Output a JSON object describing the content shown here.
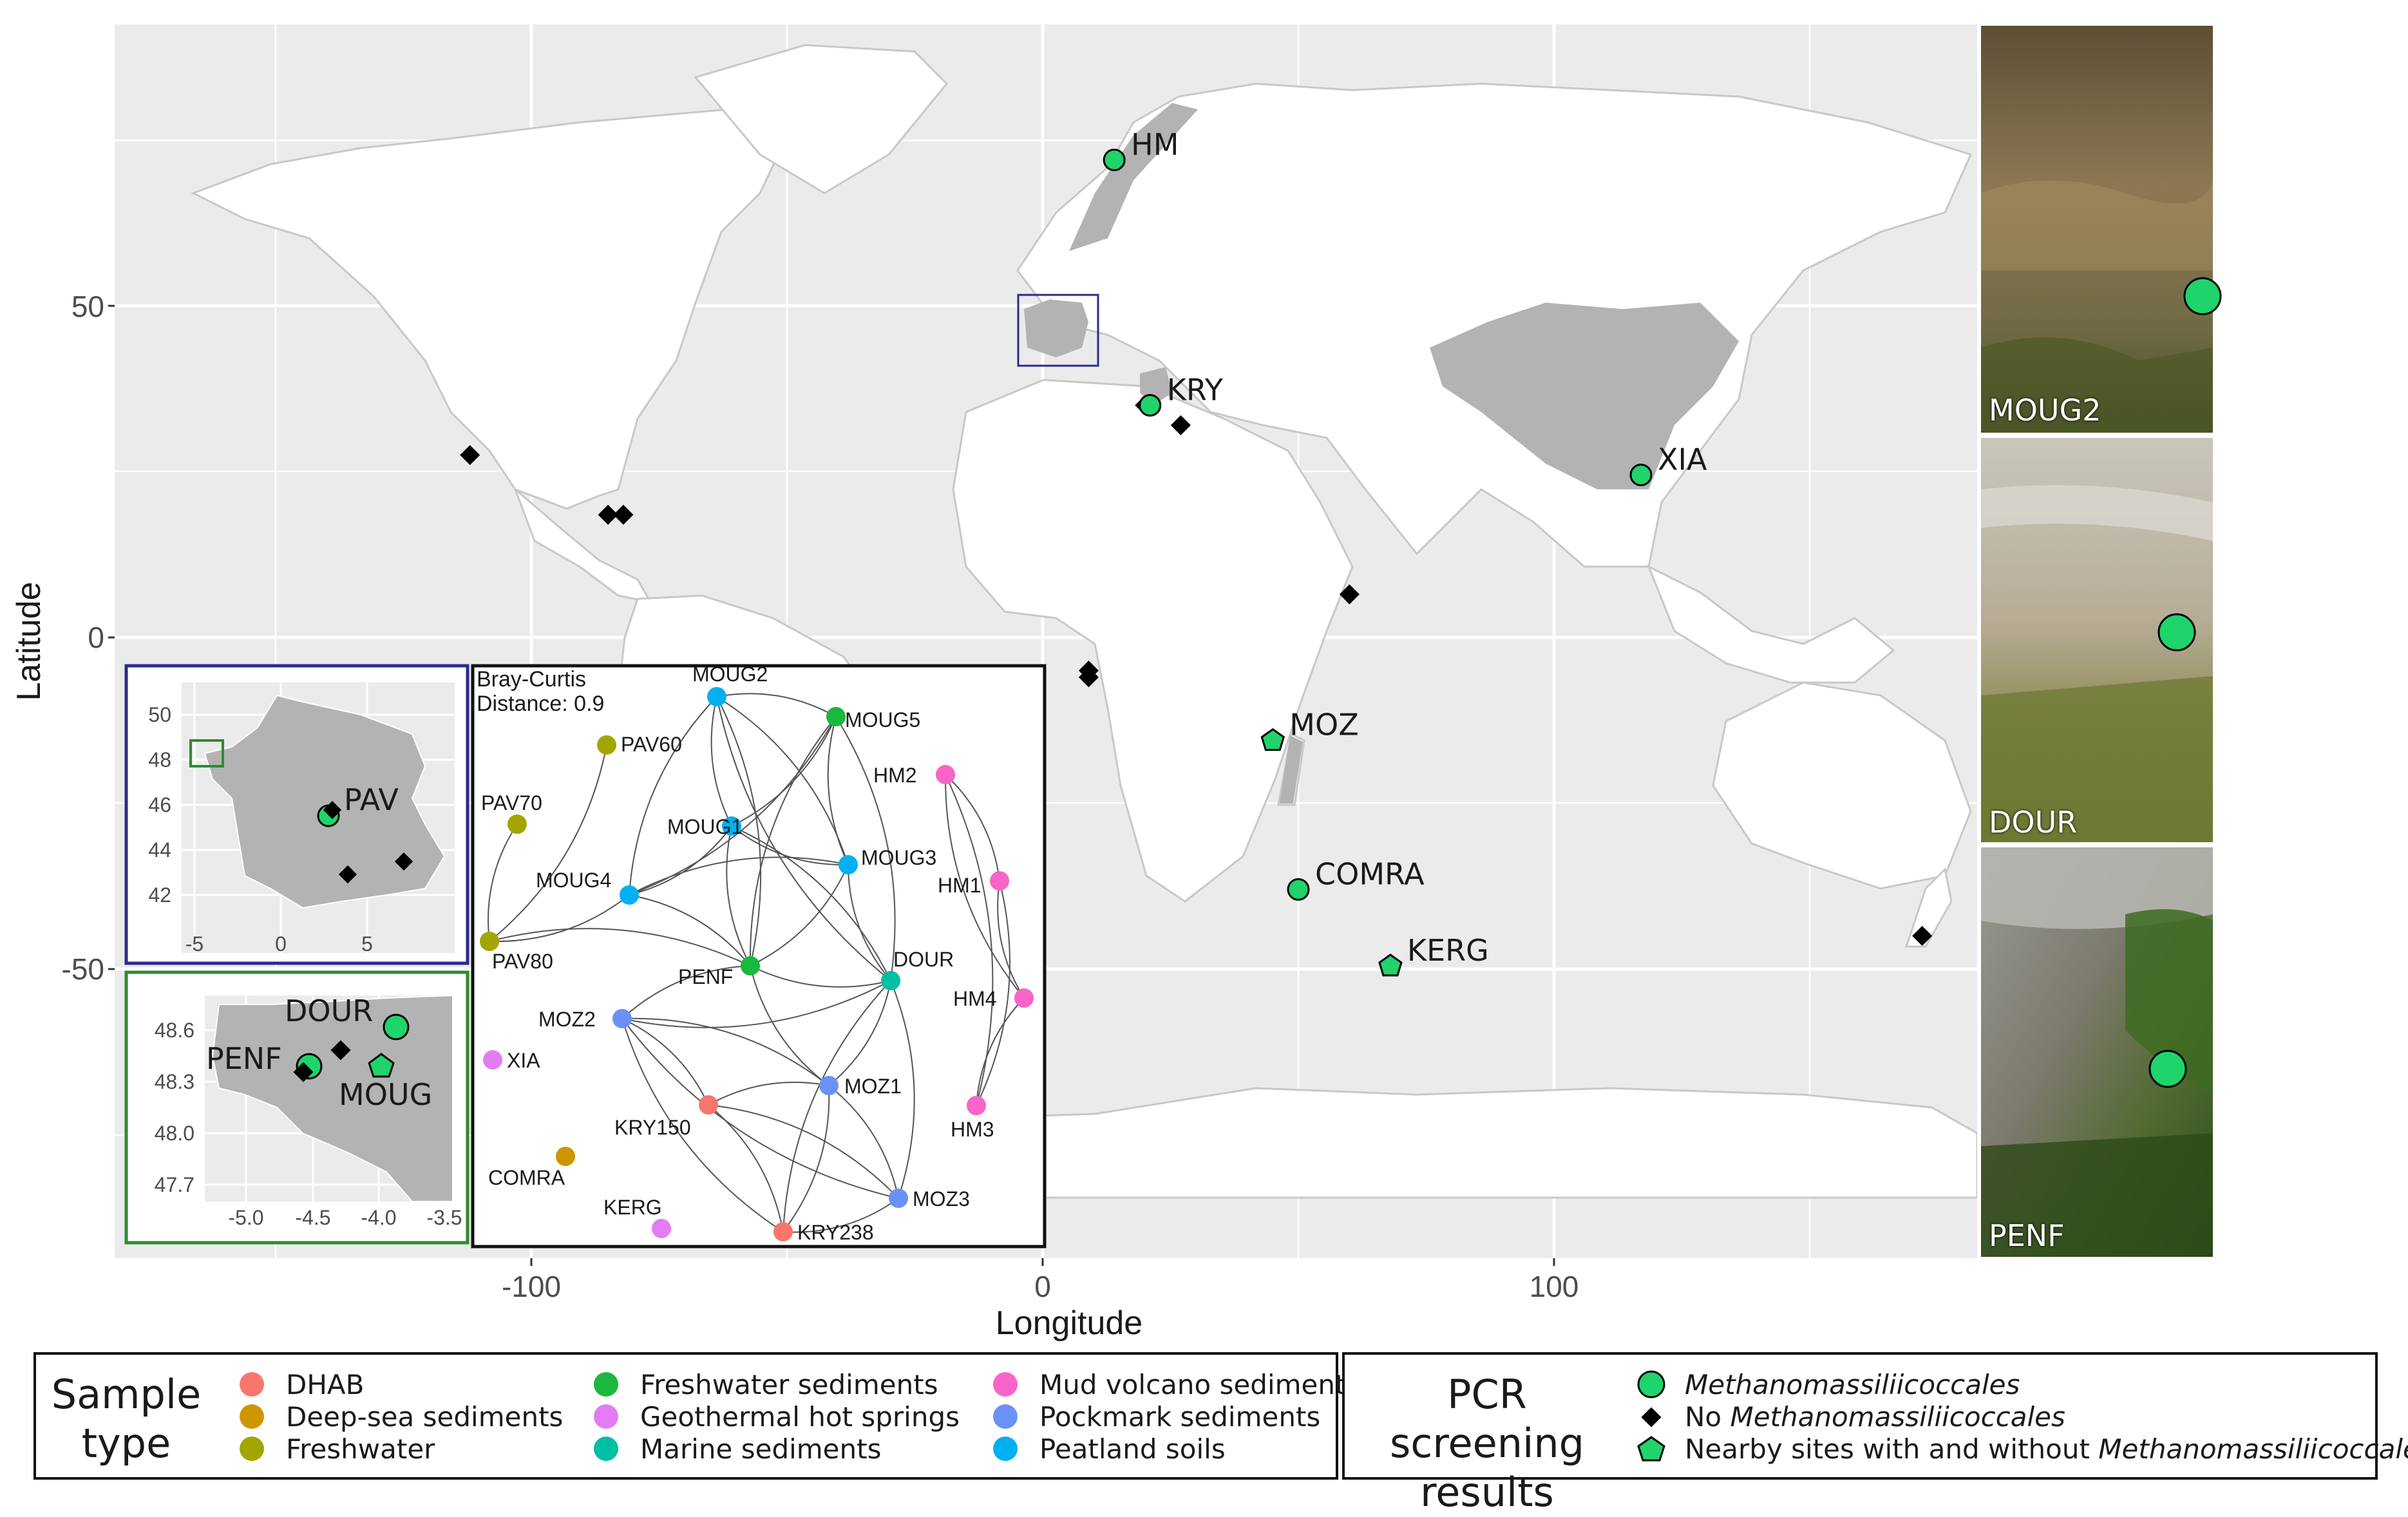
{
  "map": {
    "xlabel": "Longitude",
    "ylabel": "Latitude",
    "x_ticks": [
      "-100",
      "0",
      "100"
    ],
    "y_ticks": [
      "50",
      "0",
      "-50"
    ],
    "sites": [
      {
        "label": "HM",
        "lon": 14,
        "lat": 72,
        "result": "Methanomassiliicoccales"
      },
      {
        "label": "KRY",
        "lon": 21,
        "lat": 35,
        "result": "Methanomassiliicoccales"
      },
      {
        "label": "XIA",
        "lon": 117,
        "lat": 24.5,
        "result": "Methanomassiliicoccales"
      },
      {
        "label": "MOZ",
        "lon": 45,
        "lat": -15.5,
        "result": "Nearby sites"
      },
      {
        "label": "COMRA",
        "lon": 50,
        "lat": -38,
        "result": "Methanomassiliicoccales"
      },
      {
        "label": "KERG",
        "lon": 68,
        "lat": -49.5,
        "result": "Nearby sites"
      }
    ],
    "negative_sites": [
      {
        "lon": -112,
        "lat": 27.5
      },
      {
        "lon": -85,
        "lat": 18.5
      },
      {
        "lon": -82,
        "lat": 18.5
      },
      {
        "lon": 27,
        "lat": 32
      },
      {
        "lon": 60,
        "lat": 6.5
      },
      {
        "lon": 9,
        "lat": -5
      },
      {
        "lon": 9,
        "lat": -6
      },
      {
        "lon": 20,
        "lat": 35
      },
      {
        "lon": 50,
        "lat": -38
      },
      {
        "lon": 172,
        "lat": -45
      }
    ]
  },
  "inset_france": {
    "site_label": "PAV",
    "x_ticks": [
      "-5",
      "0",
      "5"
    ],
    "y_ticks": [
      "50",
      "48",
      "46",
      "44",
      "42"
    ]
  },
  "inset_brittany": {
    "labels": [
      "DOUR",
      "PENF",
      "MOUG"
    ],
    "x_ticks": [
      "-5.0",
      "-4.5",
      "-4.0",
      "-3.5"
    ],
    "y_ticks": [
      "48.6",
      "48.3",
      "48.0",
      "47.7"
    ]
  },
  "network": {
    "title_line1": "Bray-Curtis",
    "title_line2": "Distance: 0.9",
    "nodes": [
      {
        "id": "MOUG2",
        "type": "Peatland soils"
      },
      {
        "id": "MOUG5",
        "type": "Freshwater sediments"
      },
      {
        "id": "PAV60",
        "type": "Freshwater"
      },
      {
        "id": "PAV70",
        "type": "Freshwater"
      },
      {
        "id": "MOUG1",
        "type": "Peatland soils"
      },
      {
        "id": "MOUG3",
        "type": "Peatland soils"
      },
      {
        "id": "MOUG4",
        "type": "Peatland soils"
      },
      {
        "id": "PAV80",
        "type": "Freshwater"
      },
      {
        "id": "PENF",
        "type": "Freshwater sediments"
      },
      {
        "id": "DOUR",
        "type": "Marine sediments"
      },
      {
        "id": "MOZ2",
        "type": "Pockmark sediments"
      },
      {
        "id": "XIA",
        "type": "Geothermal hot springs"
      },
      {
        "id": "KRY150",
        "type": "DHAB"
      },
      {
        "id": "MOZ1",
        "type": "Pockmark sediments"
      },
      {
        "id": "COMRA",
        "type": "Deep-sea sediments"
      },
      {
        "id": "MOZ3",
        "type": "Pockmark sediments"
      },
      {
        "id": "KERG",
        "type": "Geothermal hot springs"
      },
      {
        "id": "KRY238",
        "type": "DHAB"
      },
      {
        "id": "HM2",
        "type": "Mud volcano sediments"
      },
      {
        "id": "HM1",
        "type": "Mud volcano sediments"
      },
      {
        "id": "HM4",
        "type": "Mud volcano sediments"
      },
      {
        "id": "HM3",
        "type": "Mud volcano sediments"
      }
    ],
    "edges": [
      [
        "MOUG2",
        "MOUG5"
      ],
      [
        "MOUG2",
        "MOUG1"
      ],
      [
        "MOUG2",
        "MOUG3"
      ],
      [
        "MOUG2",
        "MOUG4"
      ],
      [
        "MOUG2",
        "PENF"
      ],
      [
        "MOUG2",
        "DOUR"
      ],
      [
        "MOUG5",
        "MOUG1"
      ],
      [
        "MOUG5",
        "MOUG3"
      ],
      [
        "MOUG5",
        "MOUG4"
      ],
      [
        "MOUG5",
        "PENF"
      ],
      [
        "MOUG5",
        "DOUR"
      ],
      [
        "MOUG1",
        "MOUG3"
      ],
      [
        "MOUG1",
        "MOUG4"
      ],
      [
        "MOUG1",
        "PENF"
      ],
      [
        "MOUG1",
        "DOUR"
      ],
      [
        "MOUG3",
        "MOUG4"
      ],
      [
        "MOUG3",
        "PENF"
      ],
      [
        "MOUG3",
        "DOUR"
      ],
      [
        "MOUG4",
        "PENF"
      ],
      [
        "PENF",
        "DOUR"
      ],
      [
        "PAV60",
        "PAV80"
      ],
      [
        "PAV70",
        "PAV80"
      ],
      [
        "PAV80",
        "PENF"
      ],
      [
        "PAV80",
        "MOUG4"
      ],
      [
        "MOZ2",
        "PENF"
      ],
      [
        "MOZ2",
        "DOUR"
      ],
      [
        "MOZ2",
        "MOZ1"
      ],
      [
        "MOZ2",
        "MOZ3"
      ],
      [
        "MOZ2",
        "KRY150"
      ],
      [
        "MOZ2",
        "KRY238"
      ],
      [
        "MOZ1",
        "MOZ3"
      ],
      [
        "MOZ1",
        "KRY150"
      ],
      [
        "MOZ1",
        "KRY238"
      ],
      [
        "MOZ1",
        "DOUR"
      ],
      [
        "MOZ1",
        "PENF"
      ],
      [
        "MOZ3",
        "KRY150"
      ],
      [
        "MOZ3",
        "KRY238"
      ],
      [
        "MOZ3",
        "DOUR"
      ],
      [
        "KRY150",
        "KRY238"
      ],
      [
        "DOUR",
        "KRY238"
      ],
      [
        "HM2",
        "HM1"
      ],
      [
        "HM2",
        "HM4"
      ],
      [
        "HM2",
        "HM3"
      ],
      [
        "HM1",
        "HM4"
      ],
      [
        "HM1",
        "HM3"
      ],
      [
        "HM4",
        "HM3"
      ]
    ]
  },
  "photos": [
    {
      "label": "MOUG2"
    },
    {
      "label": "DOUR"
    },
    {
      "label": "PENF"
    }
  ],
  "legend_sample": {
    "title": "Sample type",
    "items": [
      {
        "label": "DHAB",
        "color": "#f8766d"
      },
      {
        "label": "Deep-sea sediments",
        "color": "#cd9600"
      },
      {
        "label": "Freshwater",
        "color": "#a3a500"
      },
      {
        "label": "Freshwater sediments",
        "color": "#1ab83c"
      },
      {
        "label": "Geothermal hot springs",
        "color": "#e37cf2"
      },
      {
        "label": "Marine sediments",
        "color": "#00bfa4"
      },
      {
        "label": "Mud volcano sediments",
        "color": "#f865c8"
      },
      {
        "label": "Pockmark sediments",
        "color": "#6a92f5"
      },
      {
        "label": "Peatland soils",
        "color": "#00b0f0"
      }
    ]
  },
  "legend_pcr": {
    "title": "PCR screening results",
    "item1": "Methanomassiliicoccales",
    "item2_prefix": "No ",
    "item2_italic": "Methanomassiliicoccales",
    "item3_prefix": "Nearby sites with and without ",
    "item3_italic": "Methanomassiliicoccales"
  },
  "colors": {
    "panel_bg": "#ebebeb",
    "land": "#ffffff",
    "highlight_country": "#b3b3b3",
    "positive": "#1fd46a",
    "negative": "#000000",
    "france_box": "#2b2b8c",
    "brittany_box": "#2e8b2e"
  }
}
